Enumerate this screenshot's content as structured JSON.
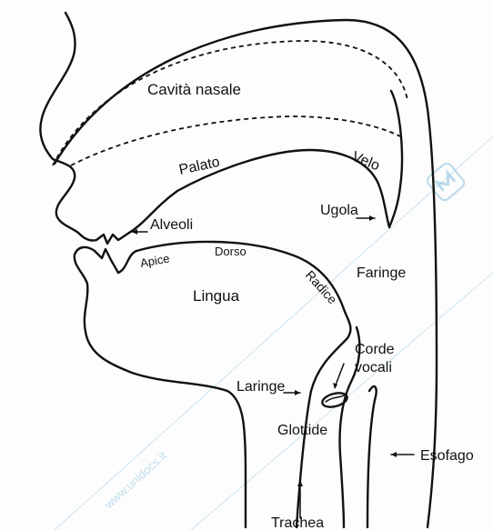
{
  "labels": {
    "cavita_nasale": "Cavità nasale",
    "palato": "Palato",
    "velo": "Velo",
    "ugola": "Ugola",
    "alveoli": "Alveoli",
    "apice": "Apice",
    "dorso": "Dorso",
    "radice": "Radice",
    "faringe": "Faringe",
    "lingua": "Lingua",
    "corde": "Corde",
    "vocali": "vocali",
    "laringe": "Laringe",
    "glottide": "Glottide",
    "esofago": "Esofago",
    "trachea": "Trachea"
  },
  "watermark": {
    "text": "www.unidocs.it",
    "color": "#8fc3de"
  }
}
